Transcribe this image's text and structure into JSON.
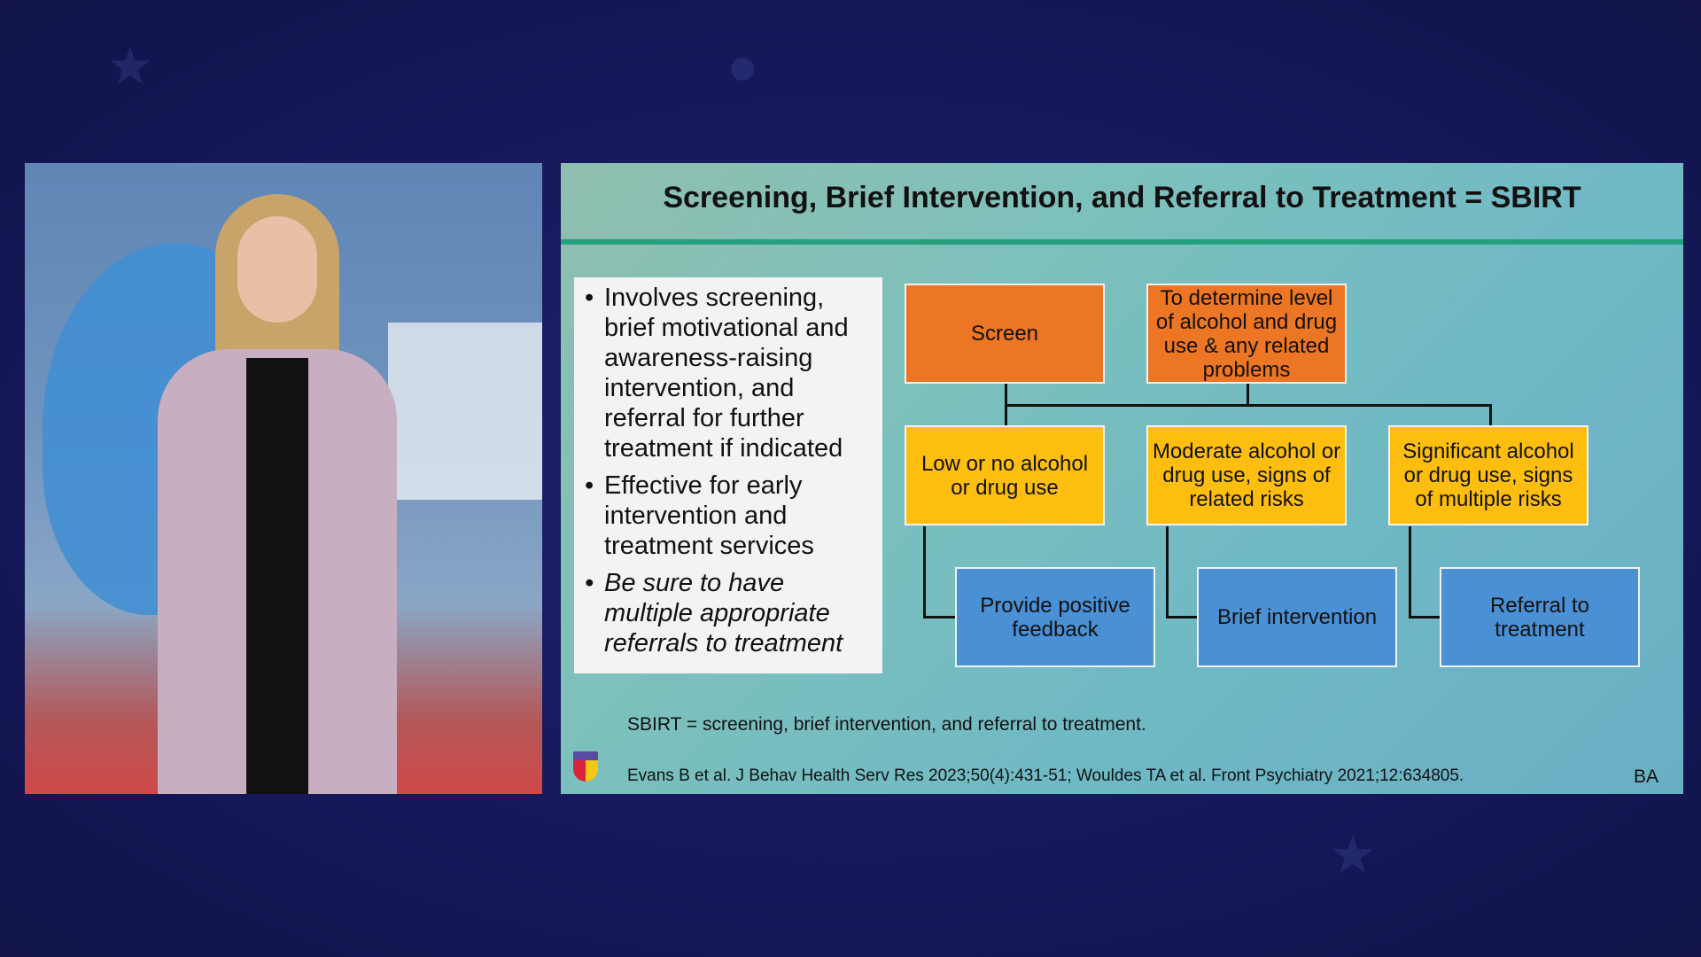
{
  "slide": {
    "title": "Screening, Brief Intervention, and Referral to Treatment = SBIRT",
    "bullets": [
      "Involves screening, brief motivational and awareness-raising intervention, and referral for further treatment if indicated",
      "Effective for early intervention and treatment services",
      "Be sure to have multiple appropriate referrals to treatment"
    ],
    "flow": {
      "screen": "Screen",
      "purpose": "To determine level of alcohol and drug use & any related problems",
      "levels": [
        "Low or no alcohol or drug use",
        "Moderate alcohol or drug use, signs of related risks",
        "Significant alcohol or drug use, signs of multiple risks"
      ],
      "actions": [
        "Provide positive feedback",
        "Brief intervention",
        "Referral to treatment"
      ]
    },
    "abbreviation": "SBIRT = screening, brief intervention, and referral to treatment.",
    "citation": "Evans B et al. J Behav Health Serv Res 2023;50(4):431-51; Wouldes TA et al. Front Psychiatry 2021;12:634805.",
    "initials": "BA"
  },
  "colors": {
    "orange": "#ec7623",
    "yellow": "#fdbe10",
    "blue": "#4a90d4",
    "accent": "#25a07f"
  }
}
